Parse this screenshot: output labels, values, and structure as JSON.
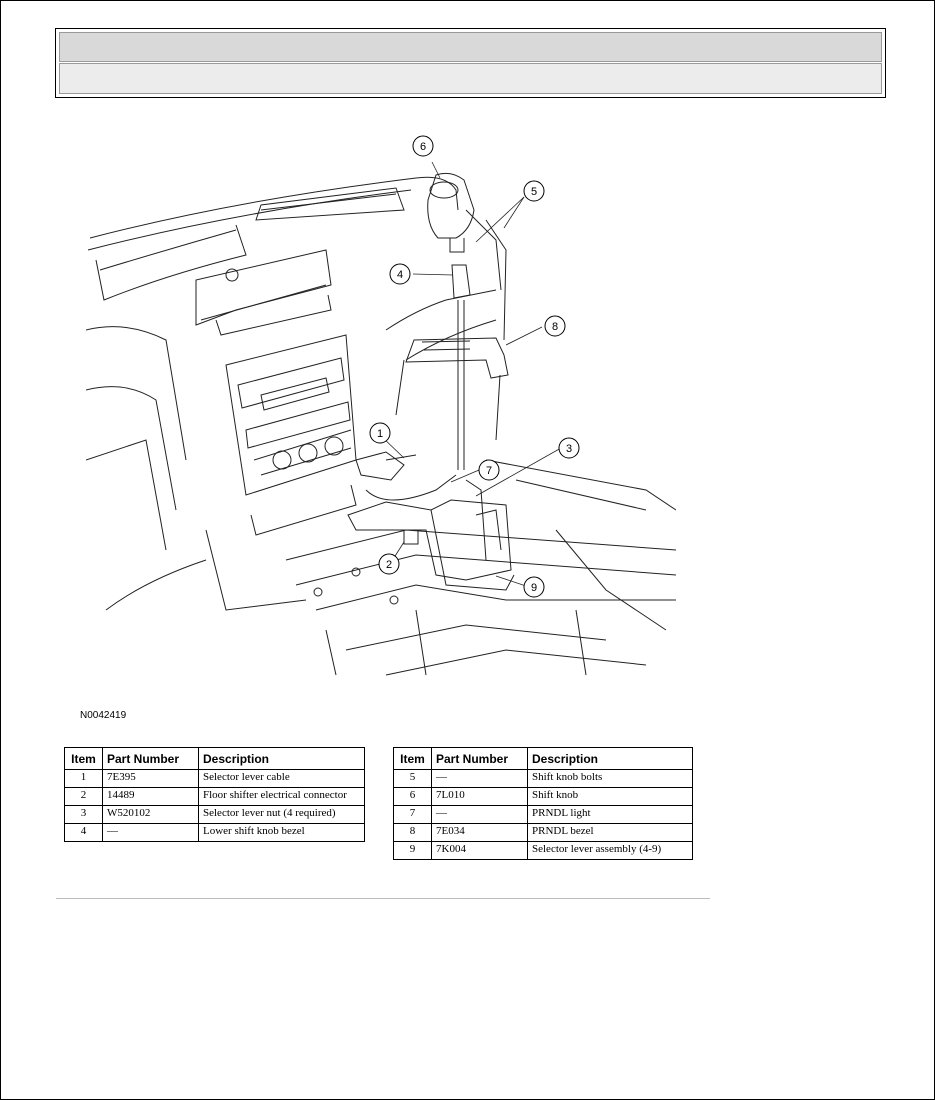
{
  "header": {
    "row1_text": "",
    "row2_text": ""
  },
  "figure": {
    "id": "N0042419",
    "callouts": [
      "1",
      "2",
      "3",
      "4",
      "5",
      "6",
      "7",
      "8",
      "9"
    ]
  },
  "table_left": {
    "headers": {
      "item": "Item",
      "part_number": "Part Number",
      "description": "Description"
    },
    "rows": [
      {
        "item": "1",
        "part_number": "7E395",
        "description": "Selector lever cable"
      },
      {
        "item": "2",
        "part_number": "14489",
        "description": "Floor shifter electrical connector"
      },
      {
        "item": "3",
        "part_number": "W520102",
        "description": "Selector lever nut (4 required)"
      },
      {
        "item": "4",
        "part_number": "—",
        "description": "Lower shift knob bezel"
      }
    ]
  },
  "table_right": {
    "headers": {
      "item": "Item",
      "part_number": "Part Number",
      "description": "Description"
    },
    "rows": [
      {
        "item": "5",
        "part_number": "—",
        "description": "Shift knob bolts"
      },
      {
        "item": "6",
        "part_number": "7L010",
        "description": "Shift knob"
      },
      {
        "item": "7",
        "part_number": "—",
        "description": "PRNDL light"
      },
      {
        "item": "8",
        "part_number": "7E034",
        "description": "PRNDL bezel"
      },
      {
        "item": "9",
        "part_number": "7K004",
        "description": "Selector lever assembly (4-9)"
      }
    ]
  }
}
